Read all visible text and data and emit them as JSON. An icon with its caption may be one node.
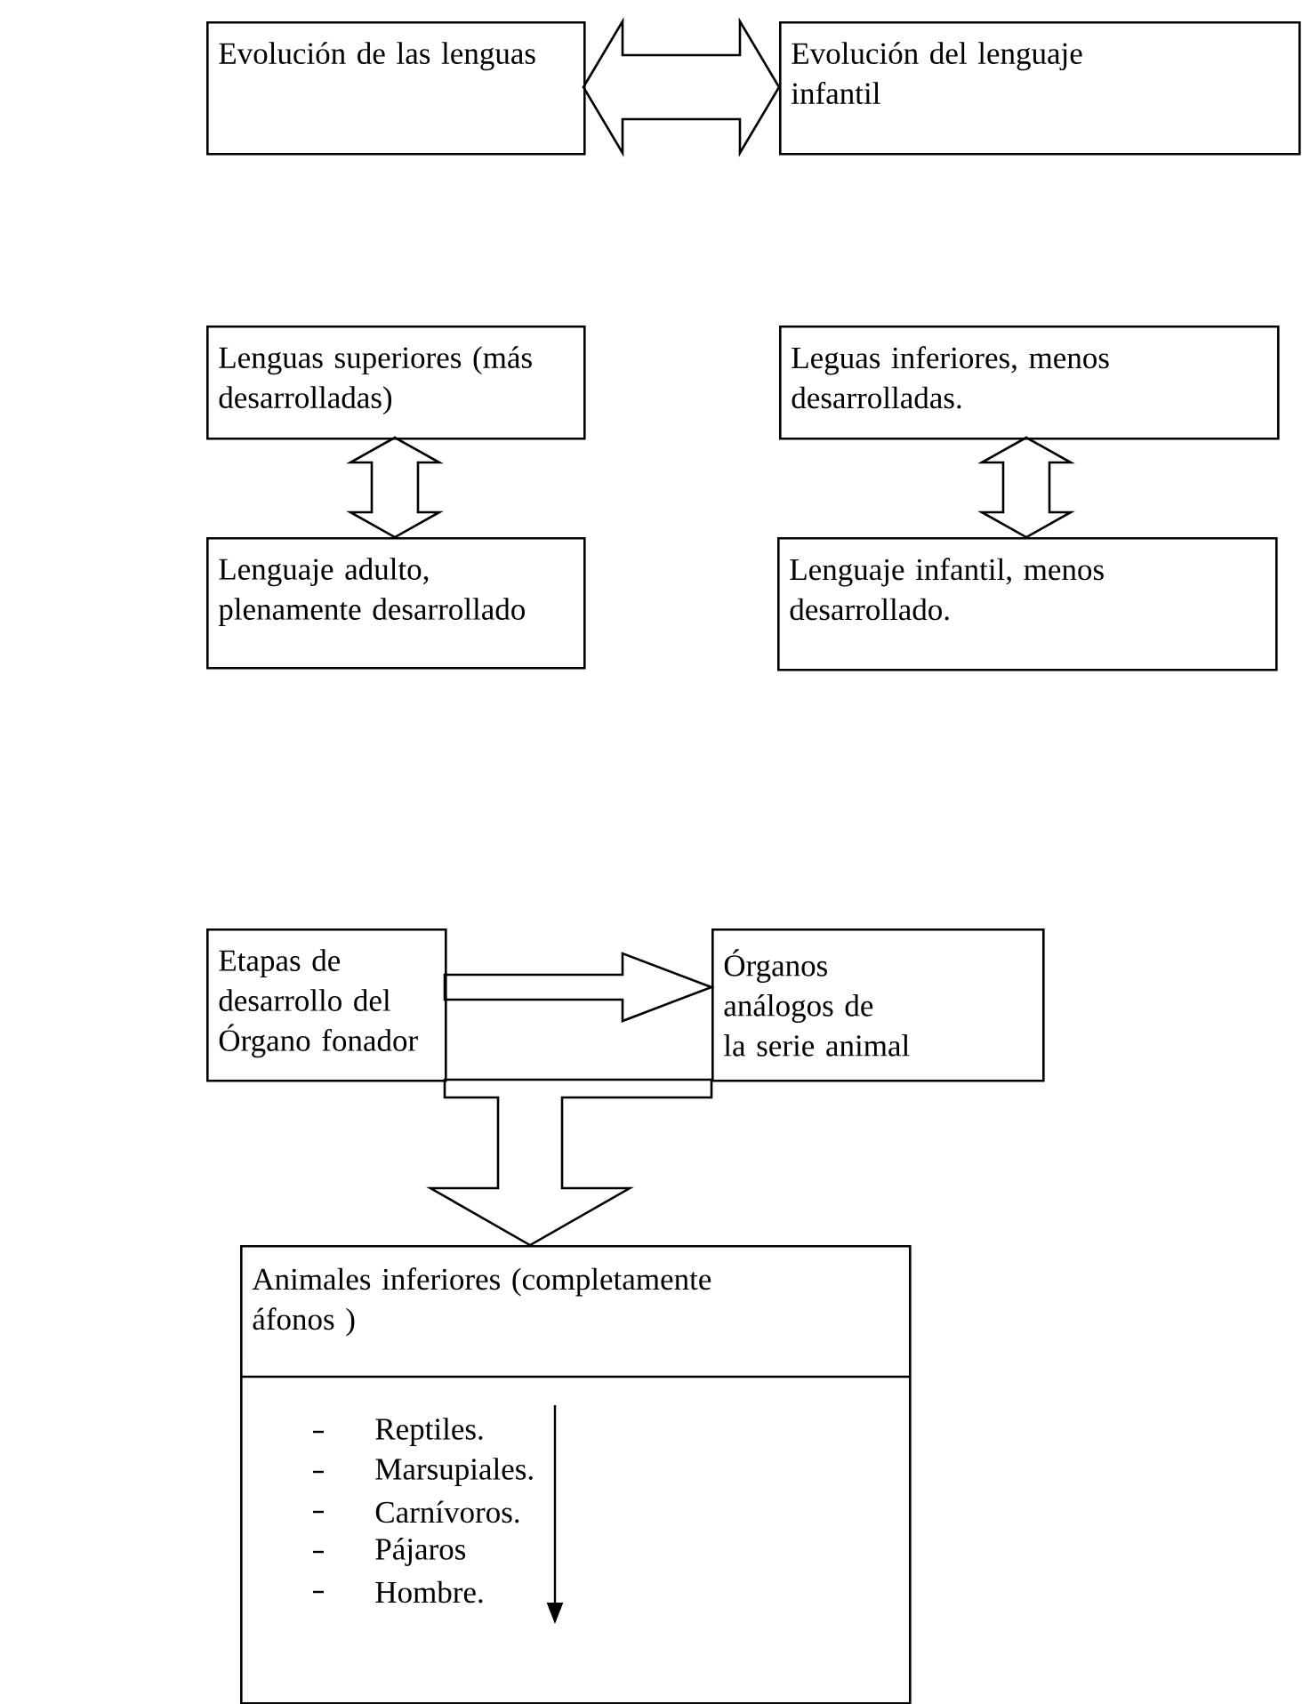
{
  "diagram": {
    "nodes": [
      {
        "text": [
          "Evolución de las lenguas"
        ]
      },
      {
        "text": [
          "Evolución del lenguaje infantil"
        ]
      },
      {
        "text": [
          "Lenguas superiores (más desarrolladas)"
        ]
      },
      {
        "text": [
          "Leguas inferiores,  menos desarrolladas."
        ]
      },
      {
        "text": [
          "Lenguaje adulto, plenamente desarrollado"
        ]
      },
      {
        "text": [
          "Lenguaje infantil, menos desarrollado."
        ]
      },
      {
        "text": [
          "Etapas de desarrollo del Órgano fonador"
        ]
      },
      {
        "text": [
          "Órganos análogos de la serie animal"
        ]
      },
      {
        "text": [
          "Animales inferiores (completamente áfonos )",
          "Reptiles.",
          "Marsupiales.",
          "Carnívoros.",
          "Pájaros",
          "Hombre."
        ]
      }
    ],
    "edges": [
      {
        "from": 0,
        "to": 1,
        "arrow": "both"
      },
      {
        "from": 2,
        "to": 4,
        "arrow": "both"
      },
      {
        "from": 3,
        "to": 5,
        "arrow": "both"
      },
      {
        "from": 6,
        "to": 7,
        "arrow": "to"
      },
      {
        "from": 6,
        "to": 8,
        "arrow": "to"
      },
      {
        "from": 7,
        "to": 8,
        "arrow": "to"
      }
    ]
  }
}
